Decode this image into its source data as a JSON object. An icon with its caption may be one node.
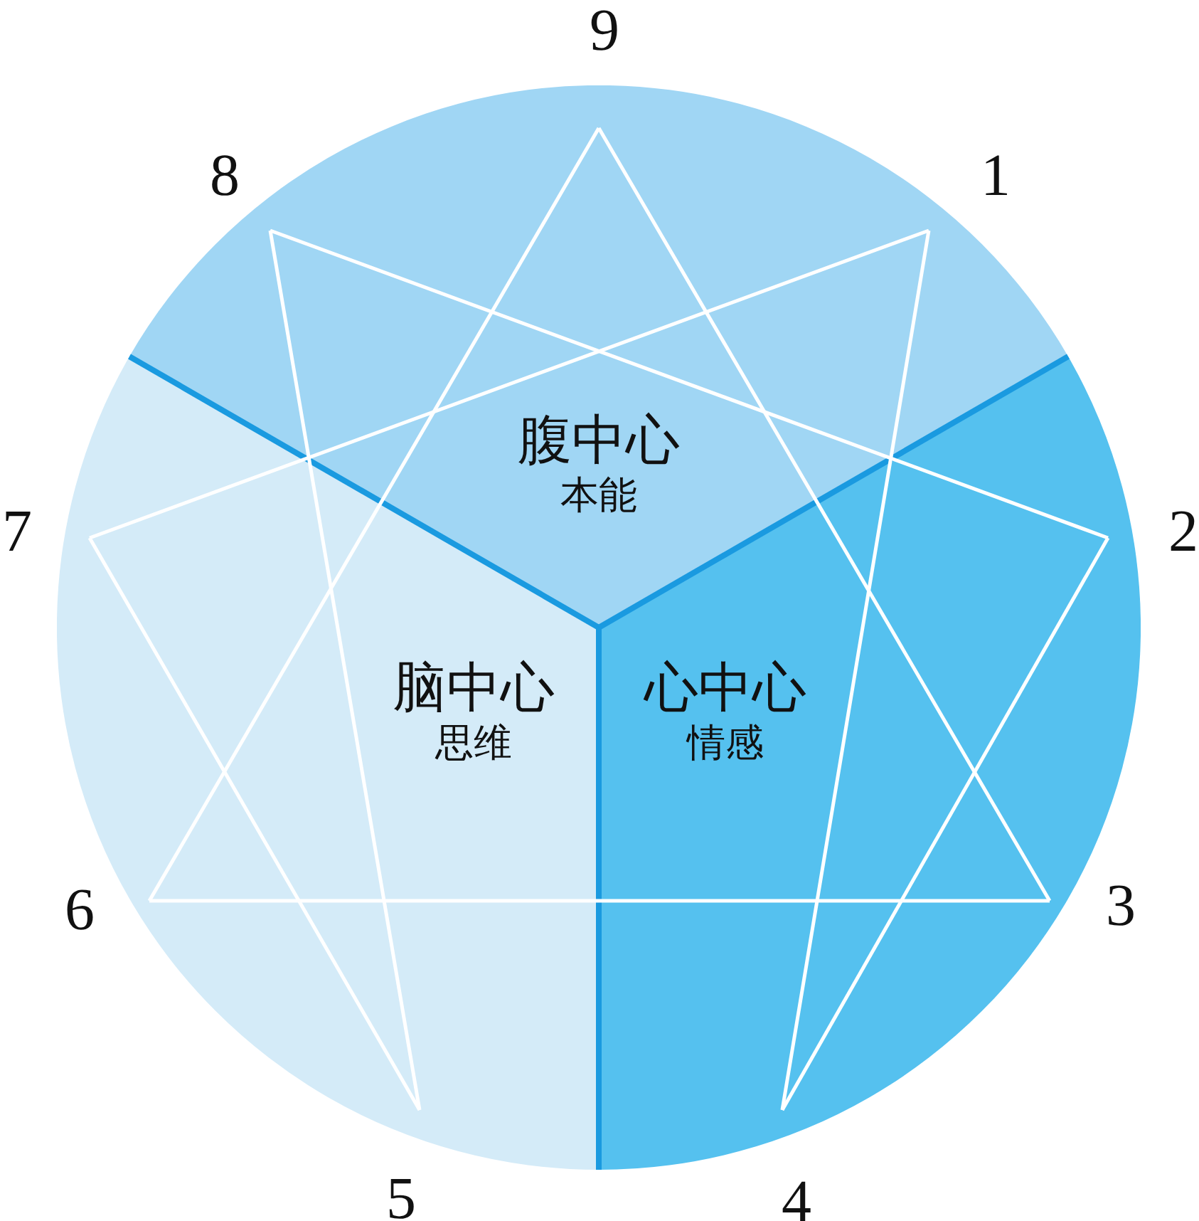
{
  "diagram": {
    "nodes": [
      {
        "text": [
          "腹中心",
          "本能"
        ]
      },
      {
        "text": [
          "脑中心",
          "思维"
        ]
      },
      {
        "text": [
          "心中心",
          "情感"
        ]
      }
    ],
    "labels": [
      "9",
      "8",
      "1",
      "7",
      "2",
      "6",
      "3",
      "5",
      "4"
    ]
  }
}
